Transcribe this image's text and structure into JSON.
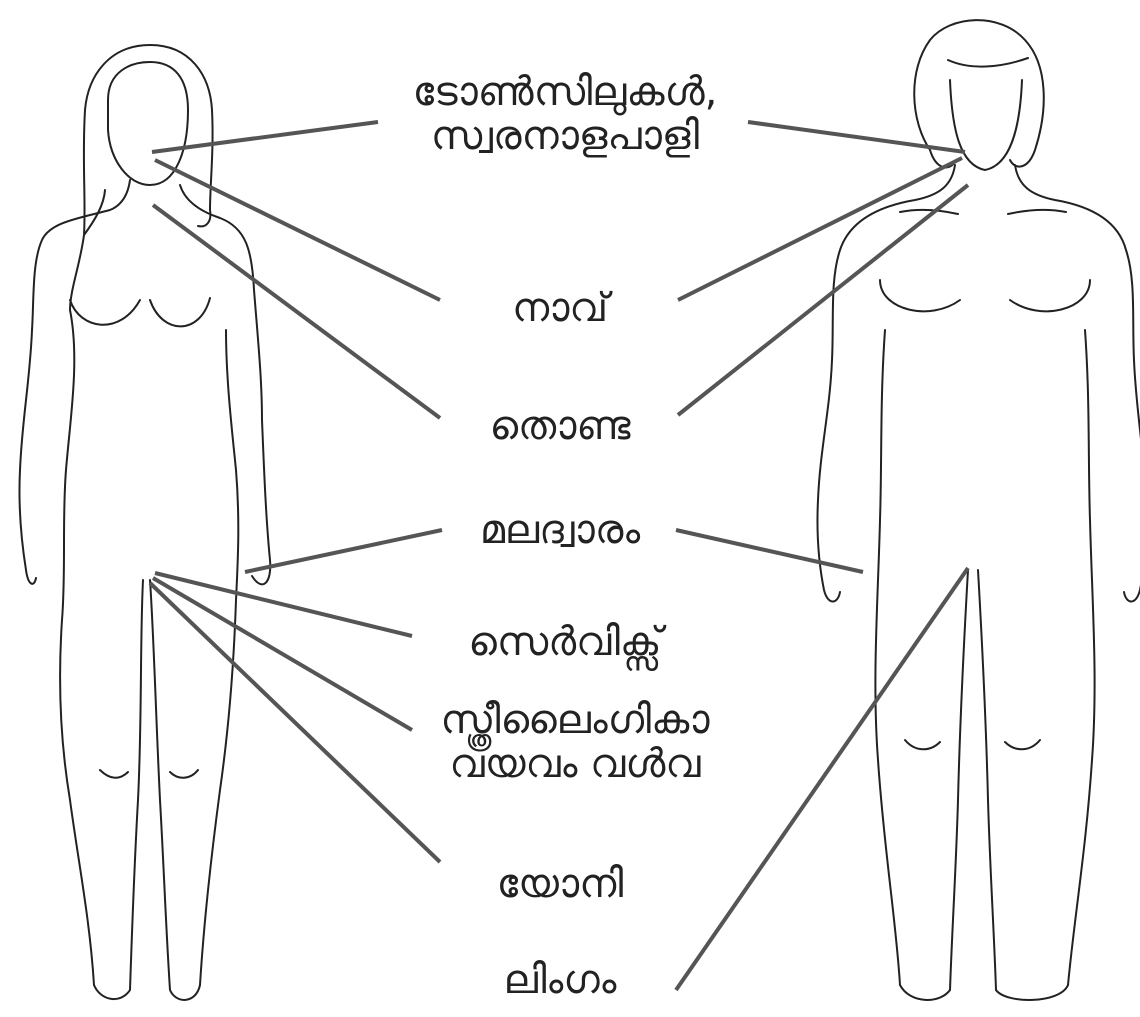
{
  "colors": {
    "background": "#ffffff",
    "outline": "#222222",
    "pointer": "#555555",
    "label_text": "#222222"
  },
  "figures": {
    "female": "female-body-outline",
    "male": "male-body-outline"
  },
  "labels": {
    "tonsils_line1": "ടോൺസിലുകൾ,",
    "tonsils_line2": "സ്വരനാളപാളി",
    "tongue": "നാവ്",
    "throat": "തൊണ്ട",
    "anus": "മലദ്വാരം",
    "cervix": "സെർവിക്സ്",
    "vulva_line1": "സ്ത്രീലൈംഗികാ",
    "vulva_line2": "വയവം വൾവ",
    "vagina": "യോനി",
    "penis": "ലിംഗം"
  }
}
